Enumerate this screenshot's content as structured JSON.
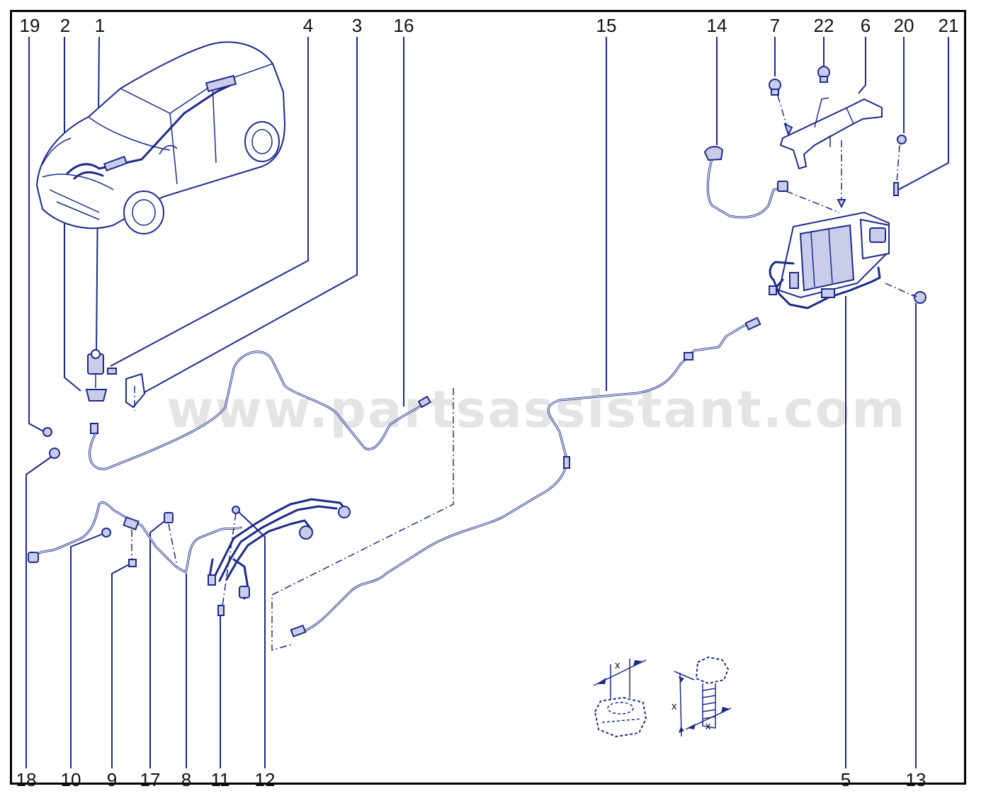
{
  "watermark": "www.partsassistant.com",
  "callouts_top": [
    "19",
    "2",
    "1",
    "4",
    "3",
    "16",
    "15",
    "14",
    "7",
    "22",
    "6",
    "20",
    "21"
  ],
  "callouts_bottom": [
    "18",
    "10",
    "9",
    "17",
    "8",
    "11",
    "12",
    "5",
    "13"
  ],
  "dimension_label": "x",
  "colors": {
    "line": "#1d2a8a",
    "fill": "#c9cdea",
    "frame": "#000000"
  }
}
